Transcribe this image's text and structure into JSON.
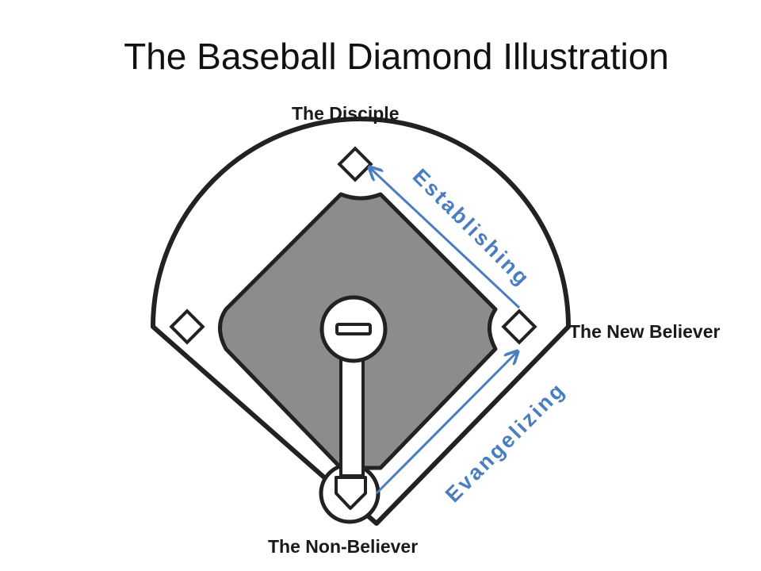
{
  "slide": {
    "title": "The Baseball Diamond Illustration"
  },
  "diagram": {
    "bases": {
      "second": "The Disciple",
      "first": "The New Believer",
      "home": "The Non-Believer"
    },
    "paths": {
      "home_to_first": "Evangelizing",
      "first_to_second": "Establishing"
    },
    "colors": {
      "arrow": "#4a7dbf",
      "infield": "#8c8c8c",
      "outline": "#222222"
    }
  }
}
